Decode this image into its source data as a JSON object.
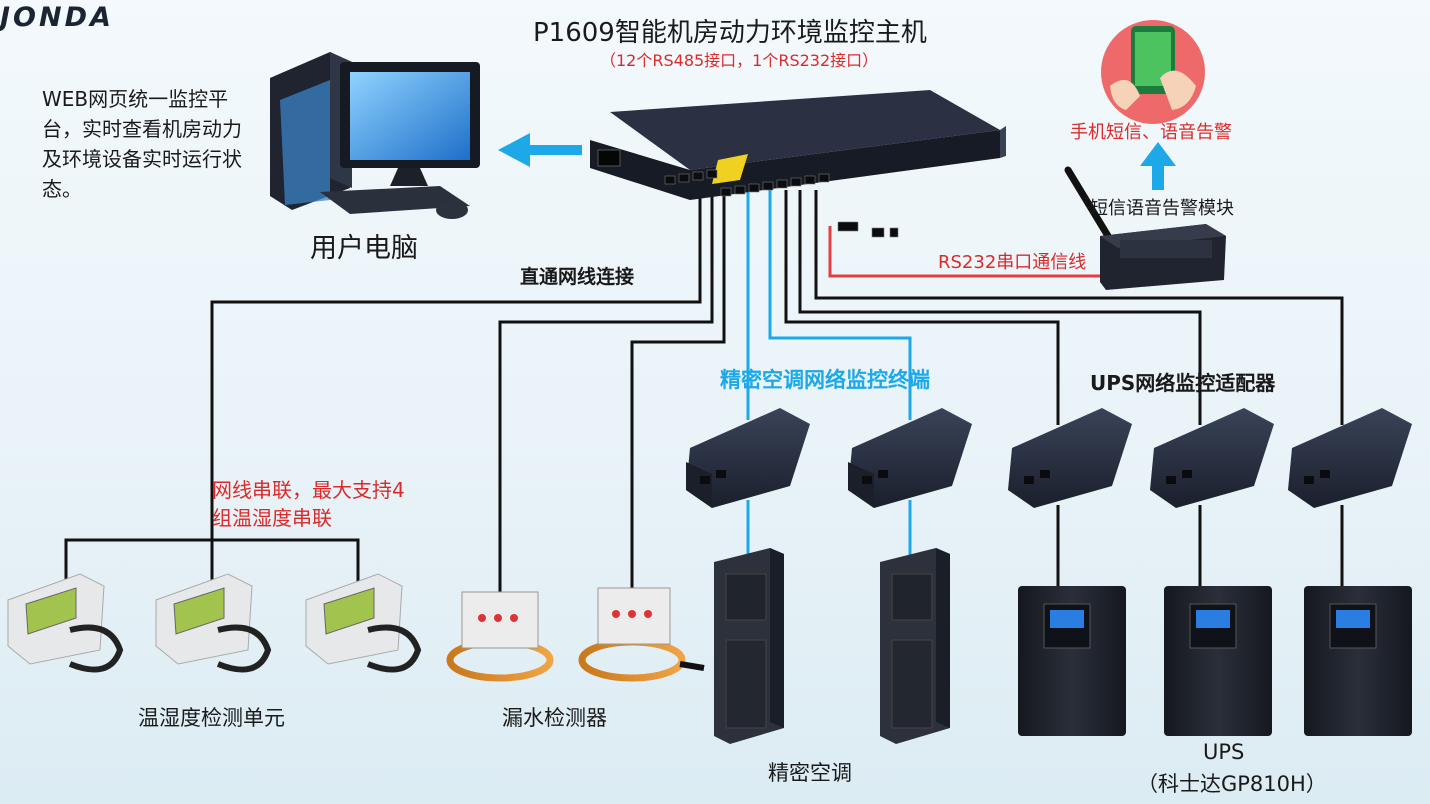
{
  "brand": {
    "logo_text": "JONDA"
  },
  "host": {
    "title": "P1609智能机房动力环境监控主机",
    "subtitle": "（12个RS485接口，1个RS232接口）"
  },
  "web_description": "WEB网页统一监控平台，实时查看机房动力及环境设备实时运行状态。",
  "user_pc": {
    "label": "用户电脑"
  },
  "connection": {
    "direct_cable": "直通网线连接",
    "rs232_cable": "RS232串口通信线"
  },
  "sms": {
    "alarm_label": "手机短信、语音告警",
    "module_label": "短信语音告警模块"
  },
  "ac_terminal": {
    "label": "精密空调网络监控终端"
  },
  "ups_adapter": {
    "label": "UPS网络监控适配器"
  },
  "th_chain_note": "网线串联，最大支持4组温湿度串联",
  "th_unit": {
    "label": "温湿度检测单元"
  },
  "leak_detector": {
    "label": "漏水检测器"
  },
  "precision_ac": {
    "label": "精密空调"
  },
  "ups": {
    "label": "UPS",
    "model": "（科士达GP810H）"
  },
  "colors": {
    "accent_blue": "#1da8e8",
    "alert_red": "#d92b2b",
    "wire_black": "#111111",
    "device_dark": "#22283a"
  }
}
